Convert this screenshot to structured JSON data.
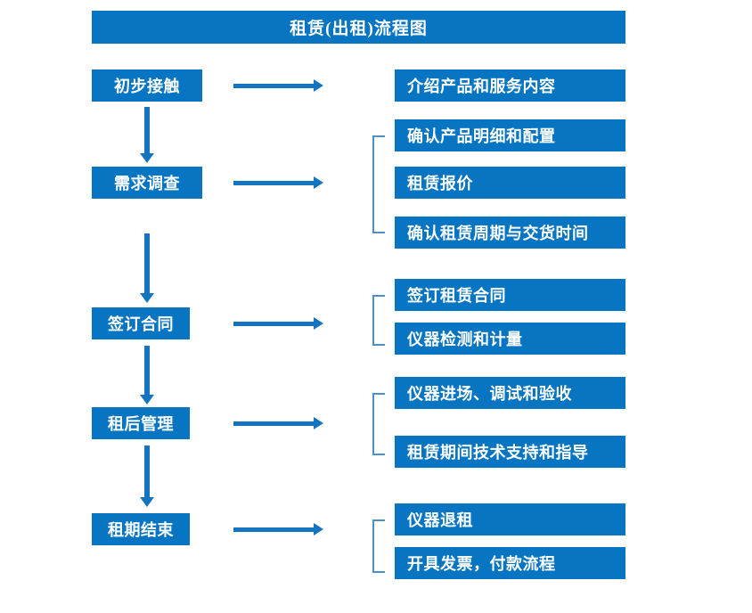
{
  "diagram": {
    "title": "租赁(出租)流程图",
    "colors": {
      "box_fill": "#0775C2",
      "box_text": "#FFFFFF",
      "arrow": "#1574BF",
      "bracket": "#4E90C6",
      "background": "#FFFFFF"
    },
    "stages": [
      {
        "id": "stage-1",
        "label": "初步接触",
        "arrow_label": "arrow-right",
        "details": [
          {
            "label": "介绍产品和服务内容"
          }
        ],
        "has_bracket": false,
        "next_arrow": "arrow-down"
      },
      {
        "id": "stage-2",
        "label": "需求调查",
        "arrow_label": "arrow-right",
        "details": [
          {
            "label": "确认产品明细和配置"
          },
          {
            "label": "租赁报价"
          },
          {
            "label": "确认租赁周期与交货时间"
          }
        ],
        "has_bracket": true,
        "next_arrow": "arrow-down"
      },
      {
        "id": "stage-3",
        "label": "签订合同",
        "arrow_label": "arrow-right",
        "details": [
          {
            "label": "签订租赁合同"
          },
          {
            "label": "仪器检测和计量"
          }
        ],
        "has_bracket": true,
        "next_arrow": "arrow-down"
      },
      {
        "id": "stage-4",
        "label": "租后管理",
        "arrow_label": "arrow-right",
        "details": [
          {
            "label": "仪器进场、调试和验收"
          },
          {
            "label": "租赁期间技术支持和指导"
          }
        ],
        "has_bracket": true,
        "next_arrow": "arrow-down"
      },
      {
        "id": "stage-5",
        "label": "租期结束",
        "arrow_label": "arrow-right",
        "details": [
          {
            "label": "仪器退租"
          },
          {
            "label": "开具发票，付款流程"
          }
        ],
        "has_bracket": true,
        "next_arrow": null
      }
    ]
  }
}
